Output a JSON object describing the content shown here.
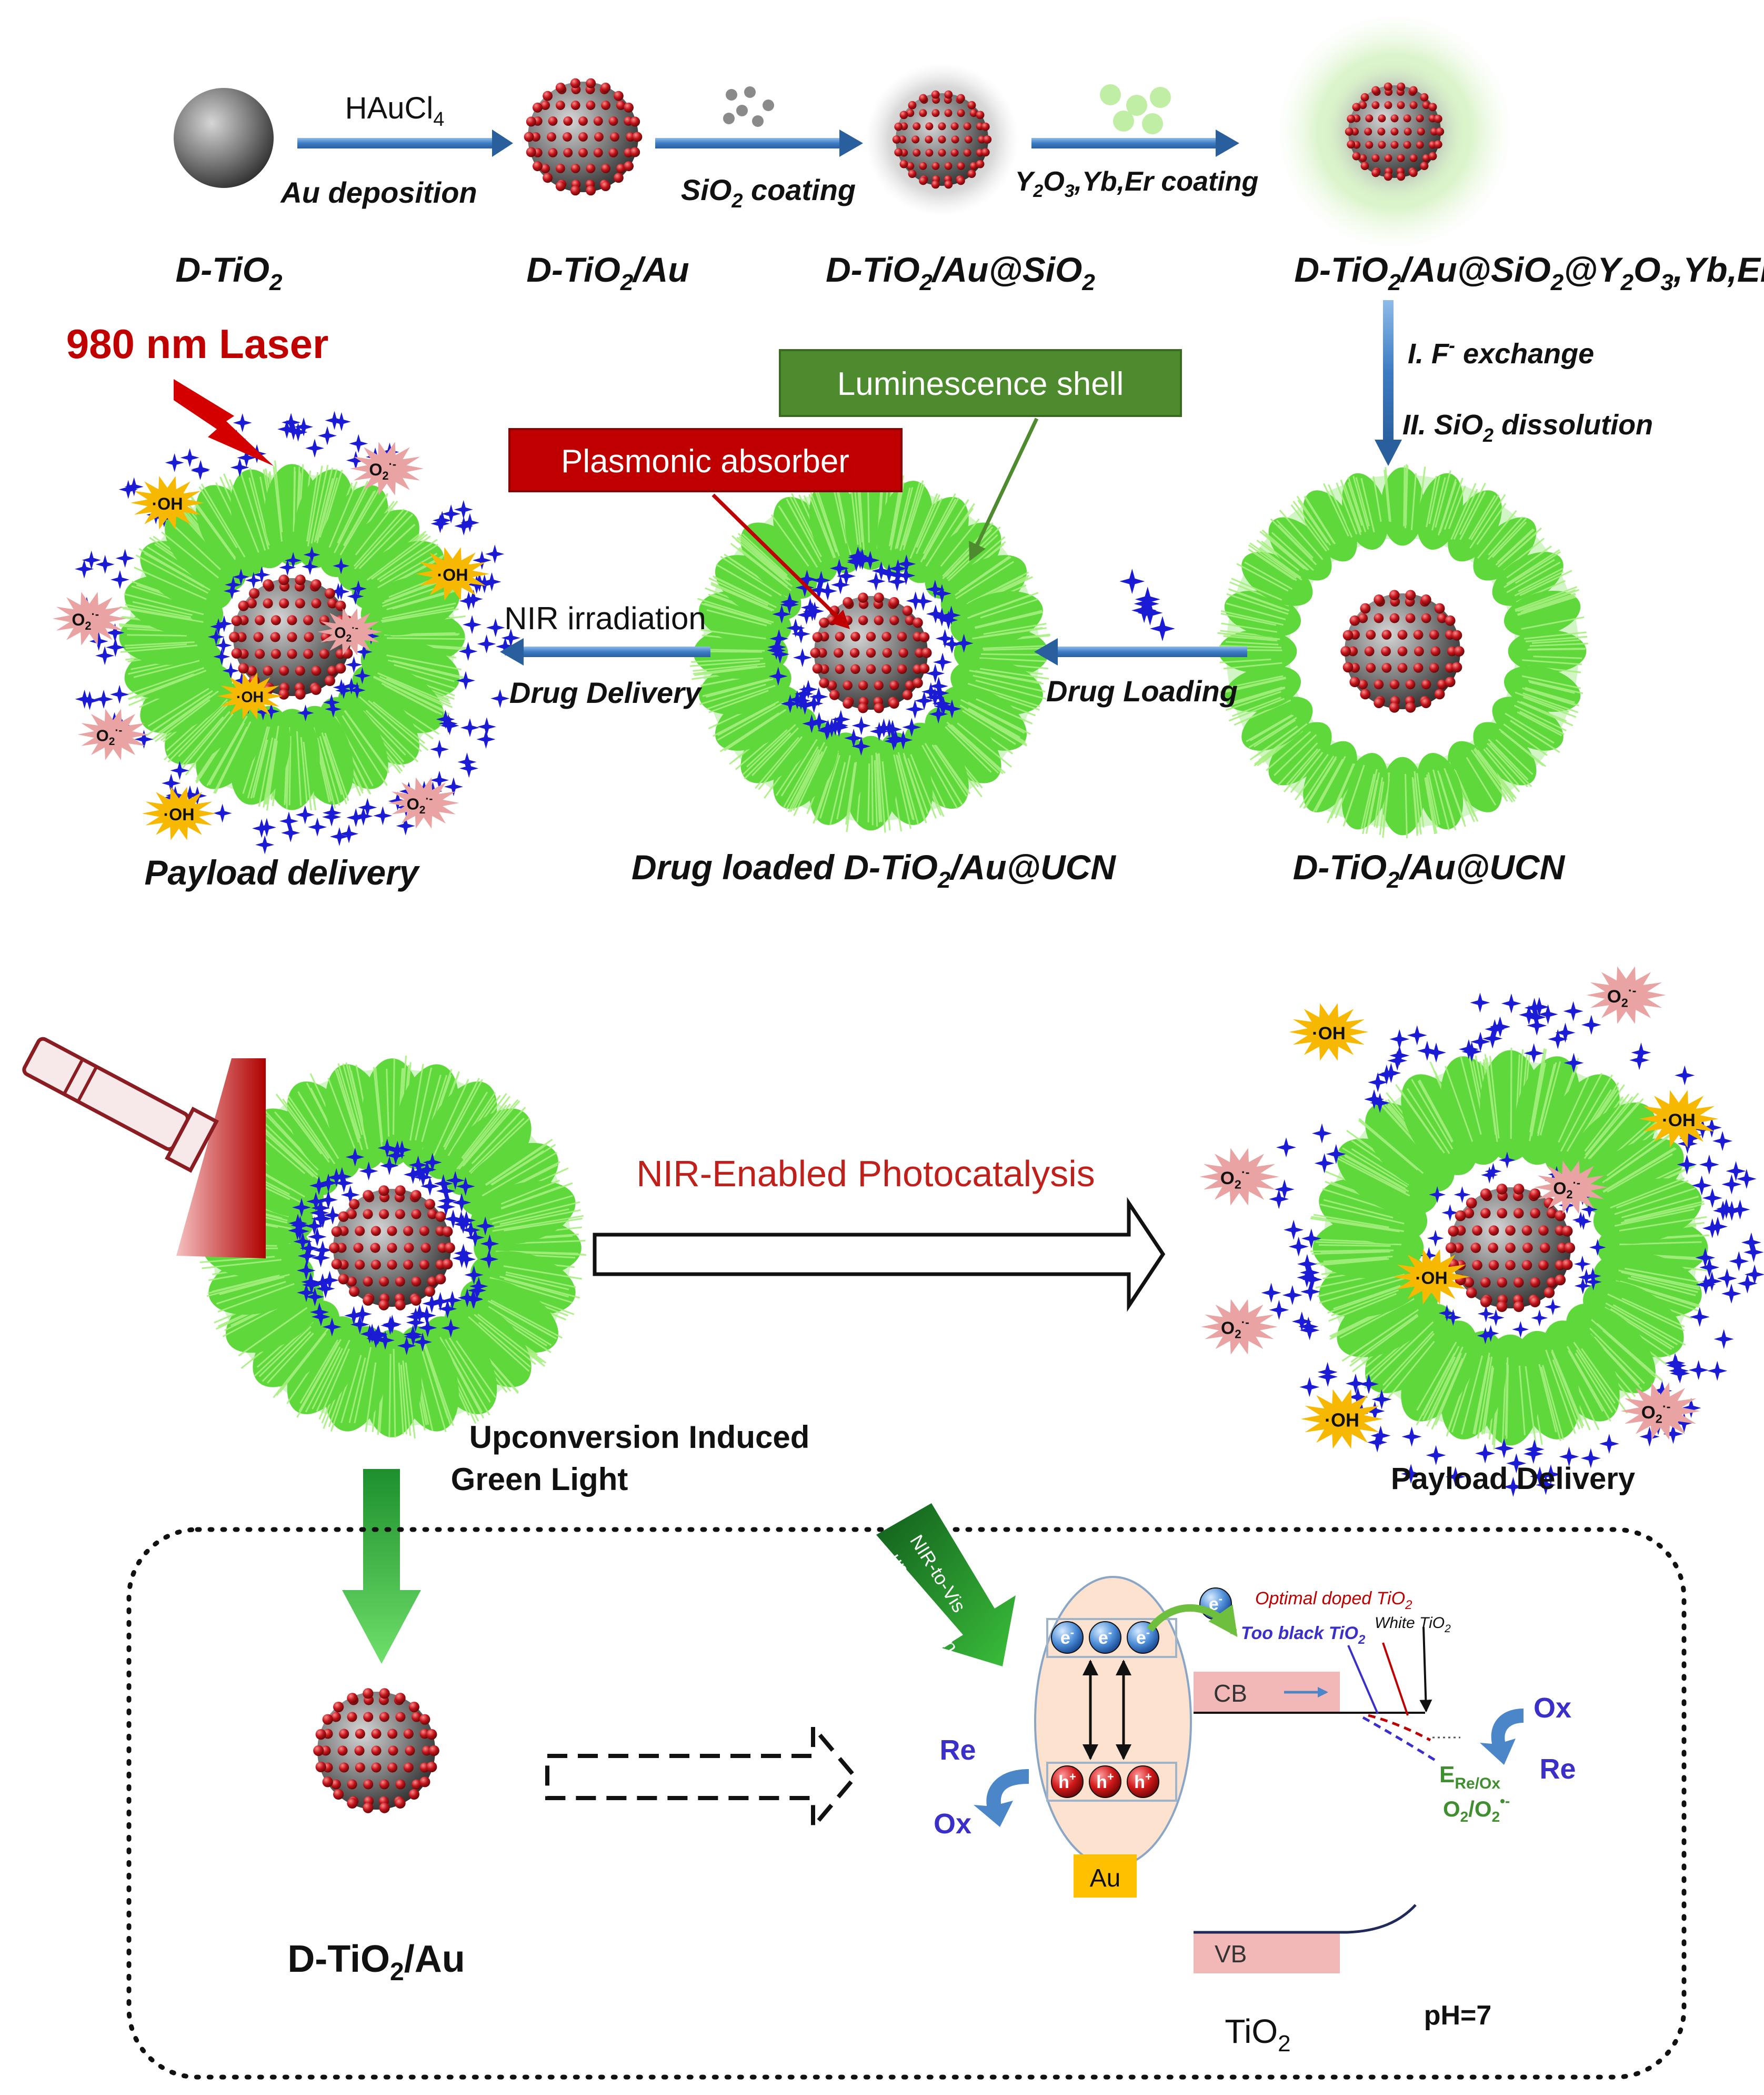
{
  "colors": {
    "arrow_blue": "#4a86c8",
    "gold_red": "#c0141b",
    "gold_dark": "#7a0a0a",
    "core_gray": "#7d7d7d",
    "shell_green": "#5ed83a",
    "drug_blue": "#1b1bd6",
    "oh_yellow": "#f6b800",
    "o2_pink": "#e9a3a3",
    "plasmonic_red": "#c00000",
    "luminescence_green": "#4e8a2e",
    "laser_red": "#c00000",
    "photocat_red": "#c0201b",
    "band_pink": "#f2b8b8",
    "au_gold": "#ffc000",
    "re_blue": "#3b2fc9",
    "e_green": "#3f8f2f"
  },
  "synthesis": {
    "step1_reagent": "HAuCl",
    "step1_reagent_sub": "4",
    "step1_label": "Au deposition",
    "step2_label_a": "SiO",
    "step2_label_sub": "2",
    "step2_label_b": " coating",
    "step3_label_a": "Y",
    "step3_label_sub1": "2",
    "step3_label_b": "O",
    "step3_label_sub2": "3",
    "step3_label_c": ",Yb,Er coating"
  },
  "labels": {
    "d_tio2_a": "D-TiO",
    "d_tio2_sub": "2",
    "d_tio2_au_a": "D-TiO",
    "d_tio2_au_sub": "2",
    "d_tio2_au_b": "/Au",
    "d_tio2_au_sio2_a": "D-TiO",
    "d_tio2_au_sio2_sub": "2",
    "d_tio2_au_sio2_b": "/Au@SiO",
    "d_tio2_au_sio2_sub2": "2",
    "d_full_a": "D-TiO",
    "d_full_sub": "2",
    "d_full_b": "/Au@SiO",
    "d_full_sub2": "2",
    "d_full_c": "@Y",
    "d_full_sub3": "2",
    "d_full_d": "O",
    "d_full_sub4": "3",
    "d_full_e": ",Yb,Er",
    "step_exchange_a": "I. F",
    "step_exchange_sup": "-",
    "step_exchange_b": " exchange",
    "step_dissolution_a": "II. SiO",
    "step_dissolution_sub": "2",
    "step_dissolution_b": " dissolution",
    "laser": "980 nm Laser",
    "luminescence_shell": "Luminescence shell",
    "plasmonic_absorber": "Plasmonic absorber",
    "nir_irradiation": "NIR irradiation",
    "drug_delivery": "Drug Delivery",
    "drug_loading": "Drug Loading",
    "payload_delivery": "Payload delivery",
    "drug_loaded_a": "Drug loaded D-TiO",
    "drug_loaded_sub": "2",
    "drug_loaded_b": "/Au@UCN",
    "ucn_a": "D-TiO",
    "ucn_sub": "2",
    "ucn_b": "/Au@UCN",
    "oh": "·OH",
    "o2": "O",
    "o2_sub": "2",
    "o2_sup": "·-"
  },
  "mechanism": {
    "photocatalysis": "NIR-Enabled Photocatalysis",
    "upconversion_1": "Upconversion Induced",
    "upconversion_2": "Green Light",
    "payload_delivery": "Payload Delivery",
    "d_tio2_au_a": "D-TiO",
    "d_tio2_au_sub": "2",
    "d_tio2_au_b": "/Au",
    "nir_vis_1": "NIR-to-Vis",
    "nir_vis_2": "upconversion",
    "electron": "e",
    "electron_sup": "-",
    "hole": "h",
    "hole_sup": "+",
    "au": "Au",
    "cb": "CB",
    "vb": "VB",
    "tio2_a": "TiO",
    "tio2_sub": "2",
    "ph": "pH=7",
    "re": "Re",
    "ox": "Ox",
    "optimal_a": "Optimal doped TiO",
    "optimal_sub": "2",
    "too_black_a": "Too black TiO",
    "too_black_sub": "2",
    "white_a": "White TiO",
    "white_sub": "2",
    "e_re_ox_a": "E",
    "e_re_ox_sub": "Re/Ox",
    "o2_pair_a": "O",
    "o2_pair_sub": "2",
    "o2_pair_b": "/O",
    "o2_pair_sub2": "2",
    "o2_pair_sup": "•-"
  }
}
